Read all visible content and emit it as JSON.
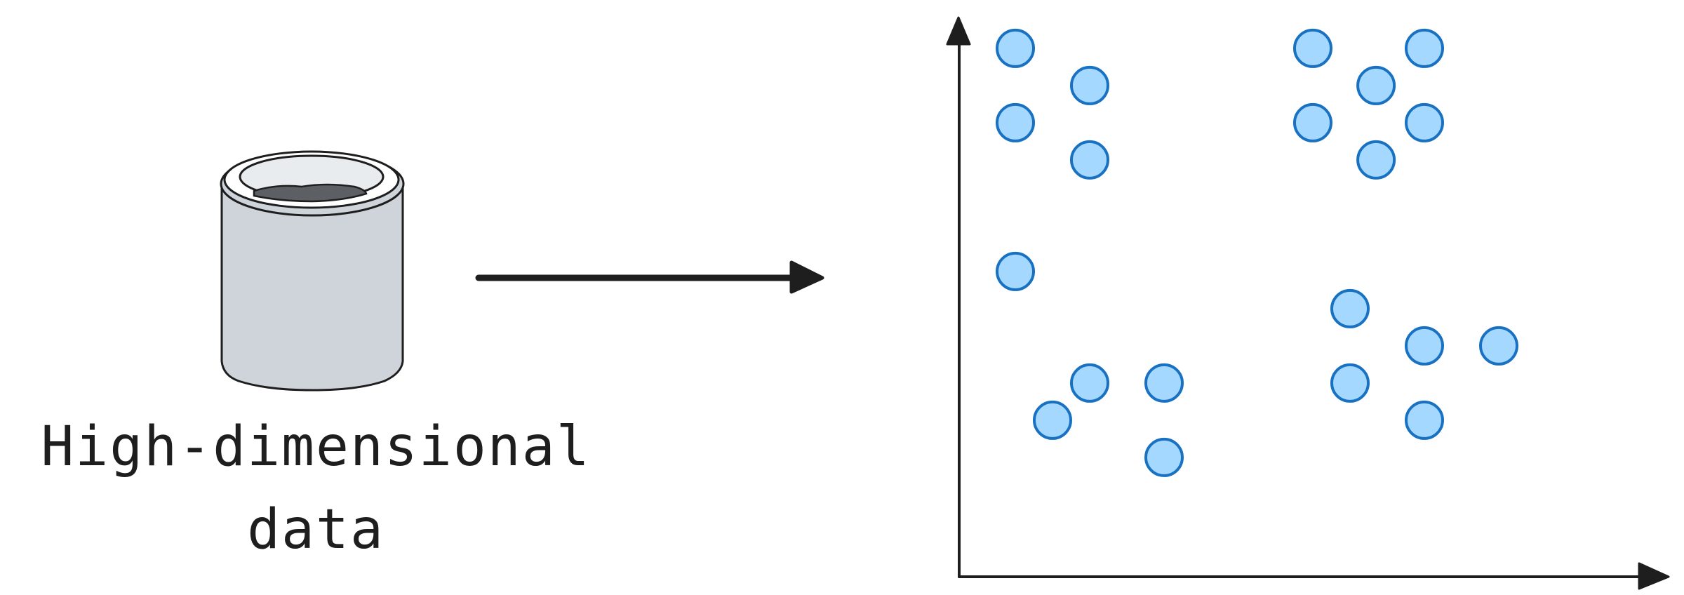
{
  "source": {
    "label_line1": "High-dimensional",
    "label_line2": "data"
  },
  "colors": {
    "stroke": "#1e1e1e",
    "cylinder_fill": "#ced4da",
    "cylinder_inner": "#5c5f63",
    "point_fill": "#a5d8ff",
    "point_stroke": "#1971c2"
  },
  "icons": {
    "database": "database-icon",
    "arrow": "arrow-right-icon"
  },
  "embedding": {
    "points": [
      {
        "x": 1.0,
        "y": 13.7
      },
      {
        "x": 3.0,
        "y": 12.7
      },
      {
        "x": 1.0,
        "y": 11.7
      },
      {
        "x": 3.0,
        "y": 10.7
      },
      {
        "x": 9.0,
        "y": 13.7
      },
      {
        "x": 12.0,
        "y": 13.7
      },
      {
        "x": 10.7,
        "y": 12.7
      },
      {
        "x": 9.0,
        "y": 11.7
      },
      {
        "x": 12.0,
        "y": 11.7
      },
      {
        "x": 10.7,
        "y": 10.7
      },
      {
        "x": 1.0,
        "y": 7.7
      },
      {
        "x": 2.0,
        "y": 3.7
      },
      {
        "x": 3.0,
        "y": 4.7
      },
      {
        "x": 5.0,
        "y": 4.7
      },
      {
        "x": 5.0,
        "y": 2.7
      },
      {
        "x": 10.0,
        "y": 6.7
      },
      {
        "x": 12.0,
        "y": 5.7
      },
      {
        "x": 14.0,
        "y": 5.7
      },
      {
        "x": 10.0,
        "y": 4.7
      },
      {
        "x": 12.0,
        "y": 3.7
      }
    ]
  }
}
